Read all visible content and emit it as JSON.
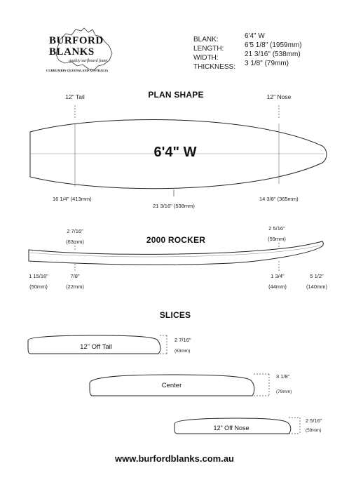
{
  "logo": {
    "line1": "BURFORD",
    "line2": "BLANKS",
    "tagline": "quality surfboard foam",
    "footer": "CURRUMBIN QUEENSLAND AUSTRALIA"
  },
  "specs": [
    {
      "label": "BLANK:",
      "value": "6'4\" W"
    },
    {
      "label": "LENGTH:",
      "value": "6'5 1/8\" (1959mm)"
    },
    {
      "label": "WIDTH:",
      "value": "21 3/16\" (538mm)"
    },
    {
      "label": "THICKNESS:",
      "value": "3 1/8\" (79mm)"
    }
  ],
  "plan": {
    "title": "PLAN SHAPE",
    "tail_label": "12\" Tail",
    "nose_label": "12\" Nose",
    "board_name": "6'4\" W",
    "tail_width": "16 1/4\" (413mm)",
    "center_width": "21 3/16\" (538mm)",
    "nose_width": "14 3/8\" (365mm)"
  },
  "rocker": {
    "title": "2000 ROCKER",
    "tail_top_inch": "2 7/16\"",
    "tail_top_mm": "(63mm)",
    "nose_top_inch": "2 5/16\"",
    "nose_top_mm": "(59mm)",
    "m1_inch": "1 15/16\"",
    "m1_mm": "(50mm)",
    "m2_inch": "7/8\"",
    "m2_mm": "(22mm)",
    "m3_inch": "1 3/4\"",
    "m3_mm": "(44mm)",
    "m4_inch": "5 1/2\"",
    "m4_mm": "(140mm)"
  },
  "slices": {
    "title": "SLICES",
    "items": [
      {
        "name": "12\" Off Tail",
        "inch": "2 7/16\"",
        "mm": "(63mm)"
      },
      {
        "name": "Center",
        "inch": "3 1/8\"",
        "mm": "(79mm)"
      },
      {
        "name": "12\" Off Nose",
        "inch": "2 5/16\"",
        "mm": "(59mm)"
      }
    ]
  },
  "website": "www.burfordblanks.com.au"
}
